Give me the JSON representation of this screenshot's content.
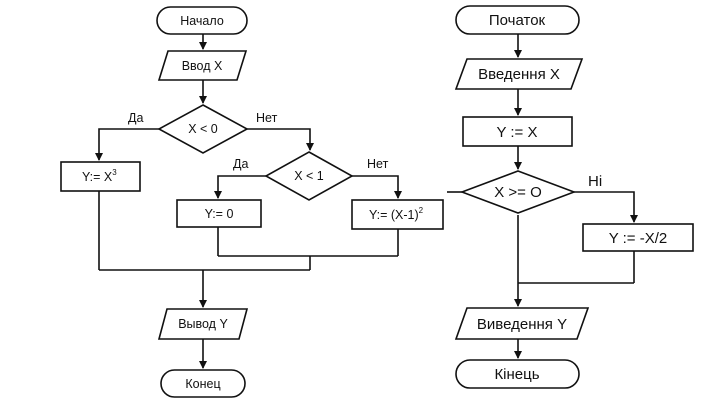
{
  "left_flowchart": {
    "start": "Начало",
    "input": "Ввод X",
    "decision_1": "X < 0",
    "decision_1_yes": "Да",
    "decision_1_no": "Нет",
    "assign_cube_base": "Y:= X",
    "assign_cube_exp": "3",
    "decision_2": "X < 1",
    "decision_2_yes": "Да",
    "decision_2_no": "Нет",
    "assign_zero": "Y:= 0",
    "assign_square_base": "Y:= (X-1)",
    "assign_square_exp": "2",
    "output": "Вывод Y",
    "end": "Конец"
  },
  "right_flowchart": {
    "start": "Початок",
    "input": "Введення X",
    "assign": "Y := X",
    "decision": "X >= O",
    "decision_no": "Ні",
    "assign_half": "Y := -X/2",
    "output": "Виведення Y",
    "end": "Кінець"
  }
}
